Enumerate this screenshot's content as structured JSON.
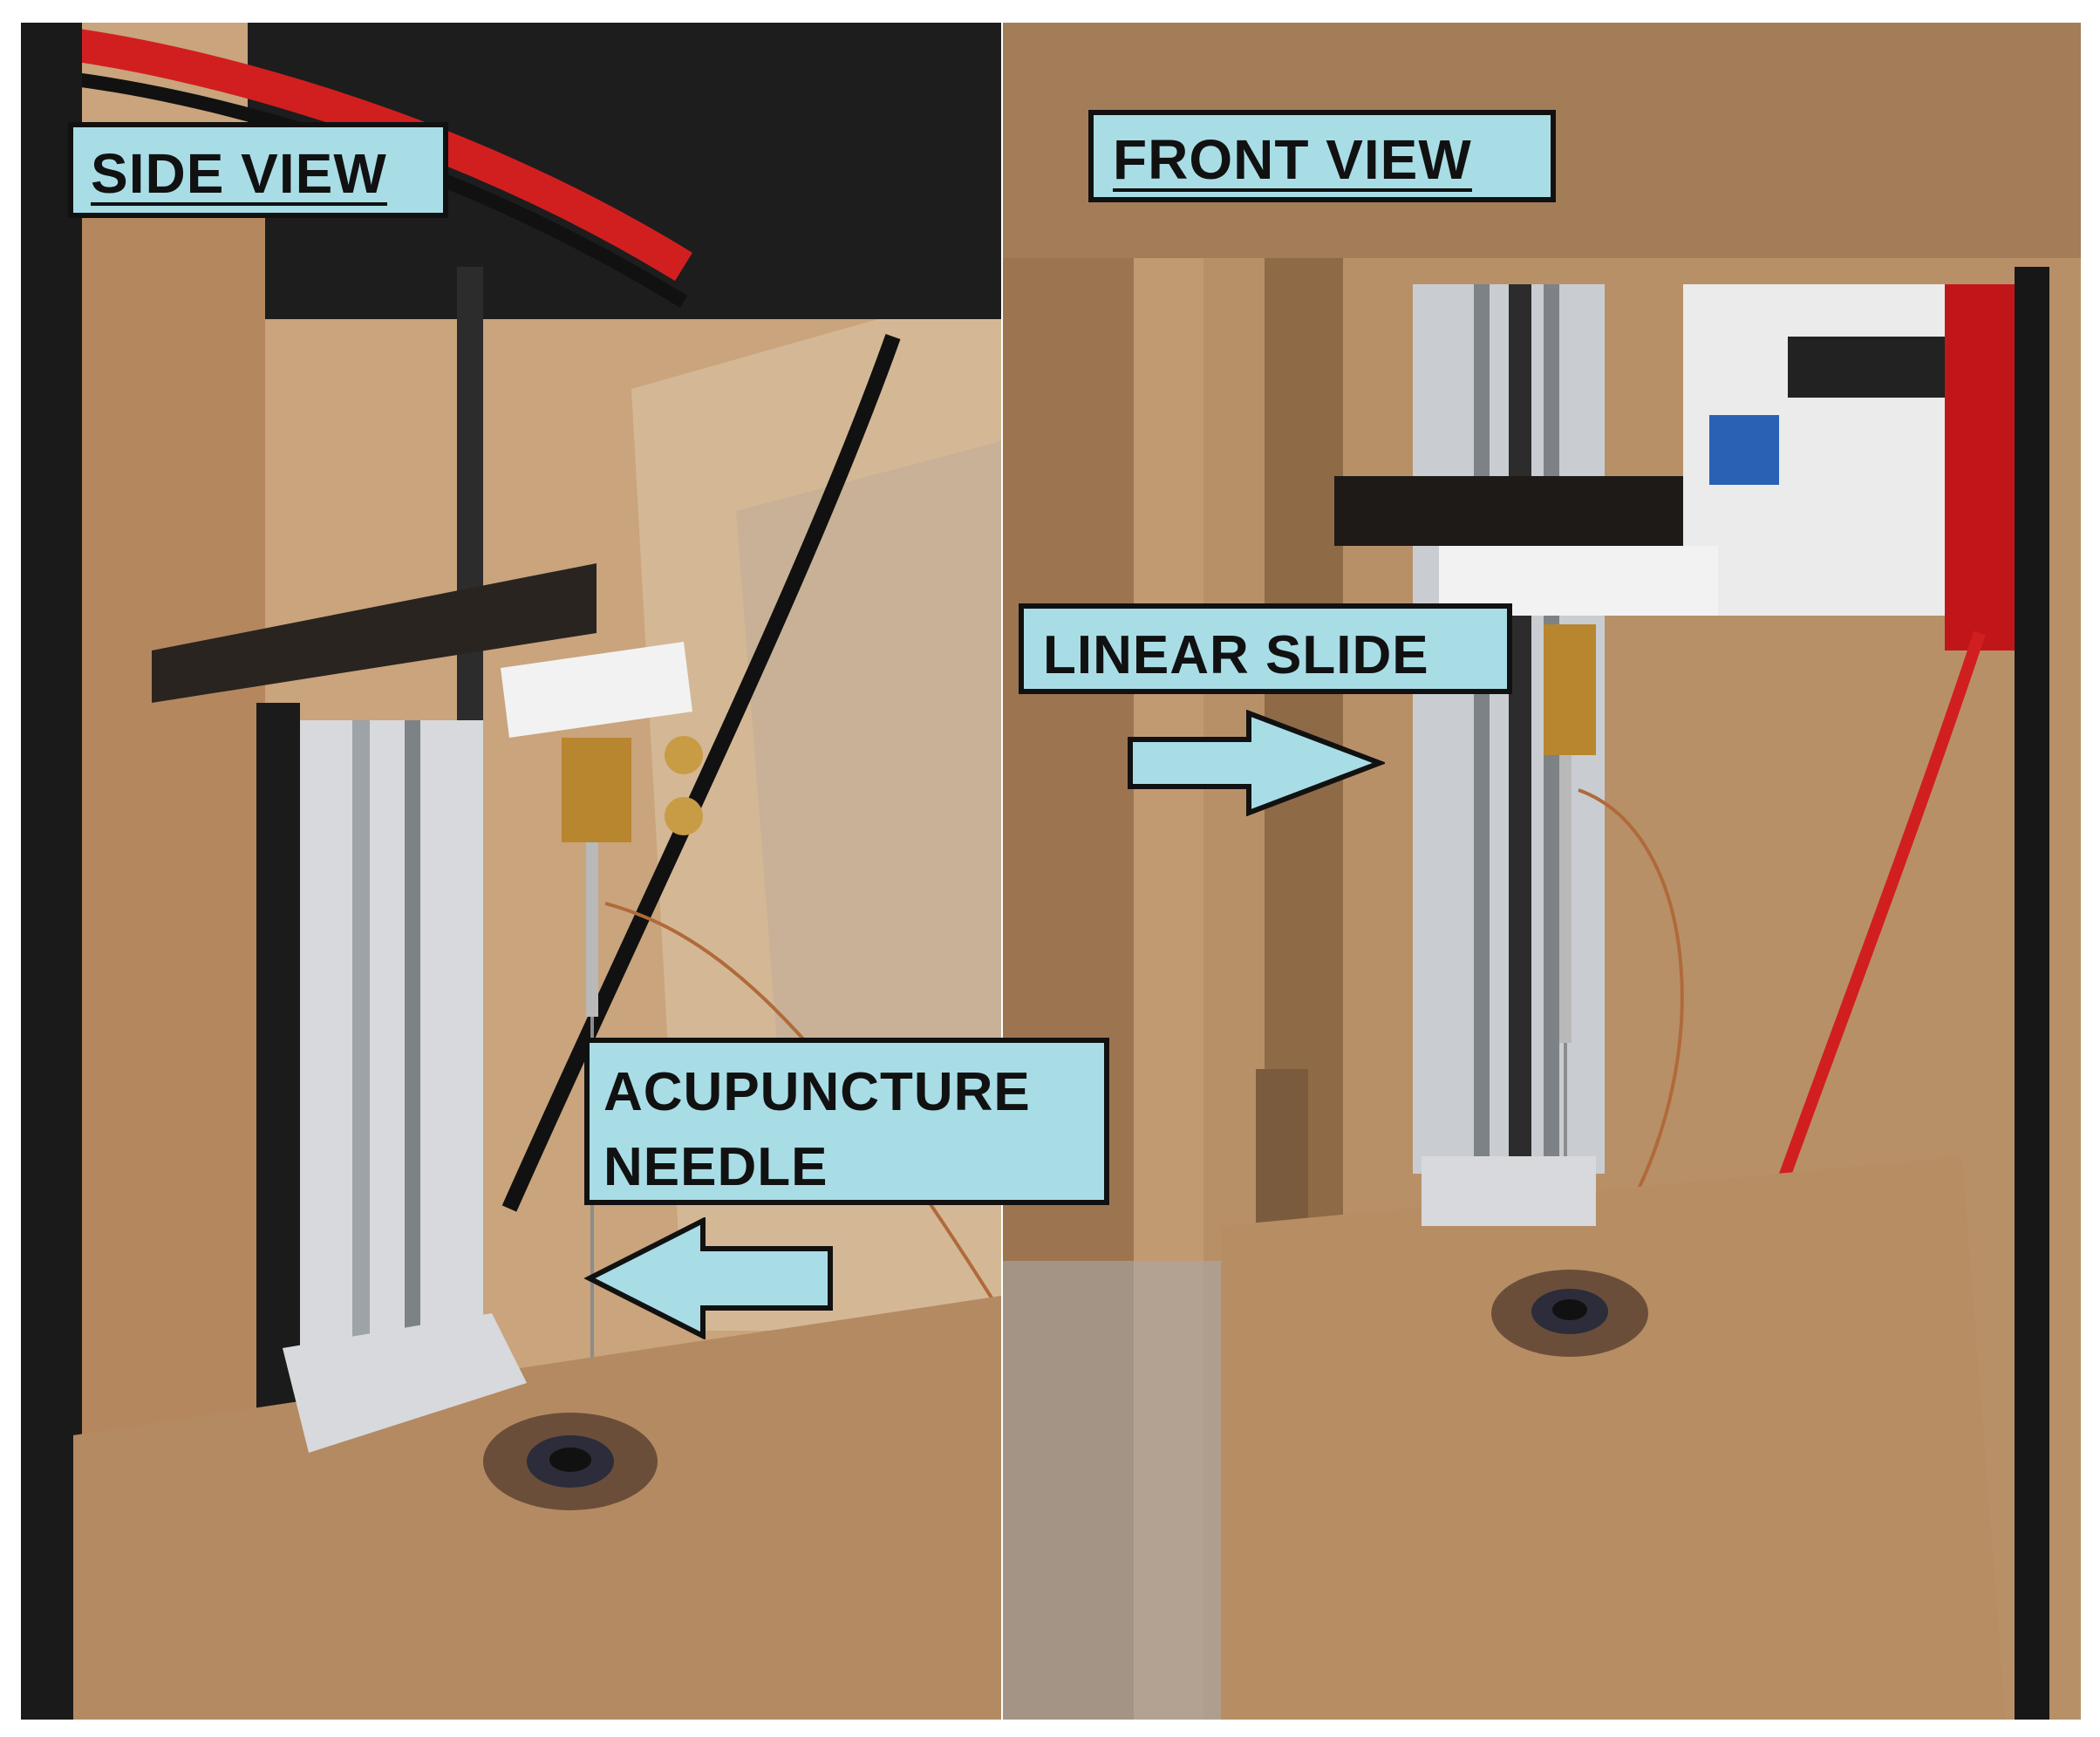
{
  "figure": {
    "labels": {
      "side_view": "SIDE VIEW",
      "front_view": "FRONT VIEW",
      "linear_slide": "LINEAR SLIDE",
      "needle_line1": "ACUPUNCTURE",
      "needle_line2": "NEEDLE"
    },
    "colors": {
      "callout_fill": "#a8dde6",
      "callout_border": "#111111",
      "mdf_board": "#b08a64",
      "mdf_dark": "#7a5a3c",
      "slide_metal": "#c9cdd2",
      "brass": "#b8862e",
      "acrylic": "#f2f2f2",
      "wire_red": "#d11f1f",
      "wire_black": "#111111",
      "copper_wire": "#b06a3a"
    },
    "icons": {
      "arrow_slide": "arrow-right-icon",
      "arrow_needle": "arrow-left-icon"
    }
  }
}
